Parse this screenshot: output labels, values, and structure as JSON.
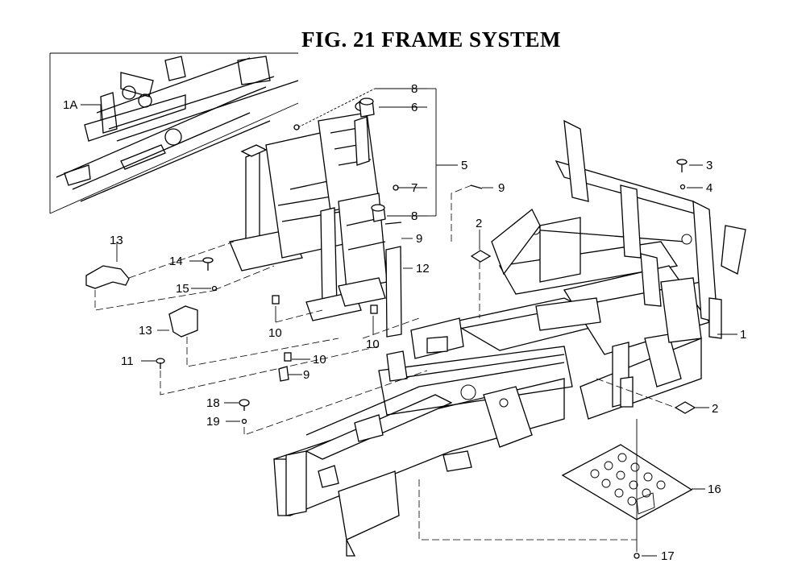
{
  "title": "FIG. 21  FRAME SYSTEM",
  "callouts": {
    "c1A": "1A",
    "c1": "1",
    "c2a": "2",
    "c2b": "2",
    "c3": "3",
    "c4": "4",
    "c5": "5",
    "c6": "6",
    "c7": "7",
    "c8a": "8",
    "c8b": "8",
    "c9a": "9",
    "c9b": "9",
    "c9c": "9",
    "c10a": "10",
    "c10b": "10",
    "c10c": "10",
    "c11": "11",
    "c12": "12",
    "c13a": "13",
    "c13b": "13",
    "c14": "14",
    "c15": "15",
    "c16": "16",
    "c17": "17",
    "c18": "18",
    "c19": "19"
  }
}
